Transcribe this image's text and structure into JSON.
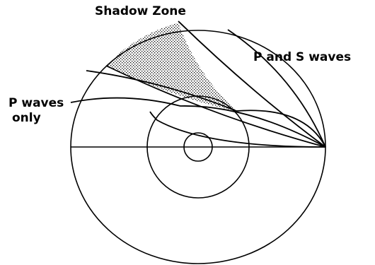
{
  "labels": {
    "shadow_zone": "Shadow Zone",
    "p_and_s_waves": "P and S waves",
    "p_waves_line1": "P waves",
    "p_waves_line2": "only"
  },
  "colors": {
    "ink": "#000000",
    "background": "#ffffff",
    "shadow_fill": "#bdbdbd",
    "shadow_dots": "#000000"
  }
}
